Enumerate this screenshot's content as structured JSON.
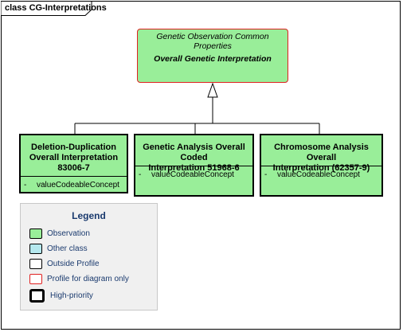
{
  "frame": {
    "title": "class CG-Interpretations"
  },
  "parent_class": {
    "stereotype": "Genetic Observation Common Properties",
    "name": "Overall Genetic Interpretation"
  },
  "classes": [
    {
      "name_lines": [
        "Deletion-Duplication",
        "Overall Interpretation",
        "83006-7"
      ],
      "attributes": [
        {
          "visibility": "-",
          "name": "valueCodeableConcept"
        }
      ]
    },
    {
      "name_lines": [
        "Genetic Analysis Overall Coded",
        "Interpretation 51968-6"
      ],
      "attributes": [
        {
          "visibility": "-",
          "name": "valueCodeableConcept"
        }
      ]
    },
    {
      "name_lines": [
        "Chromosome Analysis Overall",
        "Interpretation (62357-9)"
      ],
      "attributes": [
        {
          "visibility": "-",
          "name": "valueCodeableConcept"
        }
      ]
    }
  ],
  "legend": {
    "title": "Legend",
    "items": [
      {
        "label": "Observation",
        "color": "#99ee99",
        "style": "fill"
      },
      {
        "label": "Other class",
        "color": "#b5e8ee",
        "style": "fill"
      },
      {
        "label": "Outside Profile",
        "color": "#ffffff",
        "style": "fill"
      },
      {
        "label": "Profile for diagram only",
        "color": "#e02020",
        "style": "red-border"
      },
      {
        "label": "High-priority",
        "color": "#ffffff",
        "style": "thick-border"
      }
    ]
  },
  "colors": {
    "observation": "#99ee99",
    "legend_text": "#1a3a6e",
    "profile_border": "#e02020"
  }
}
